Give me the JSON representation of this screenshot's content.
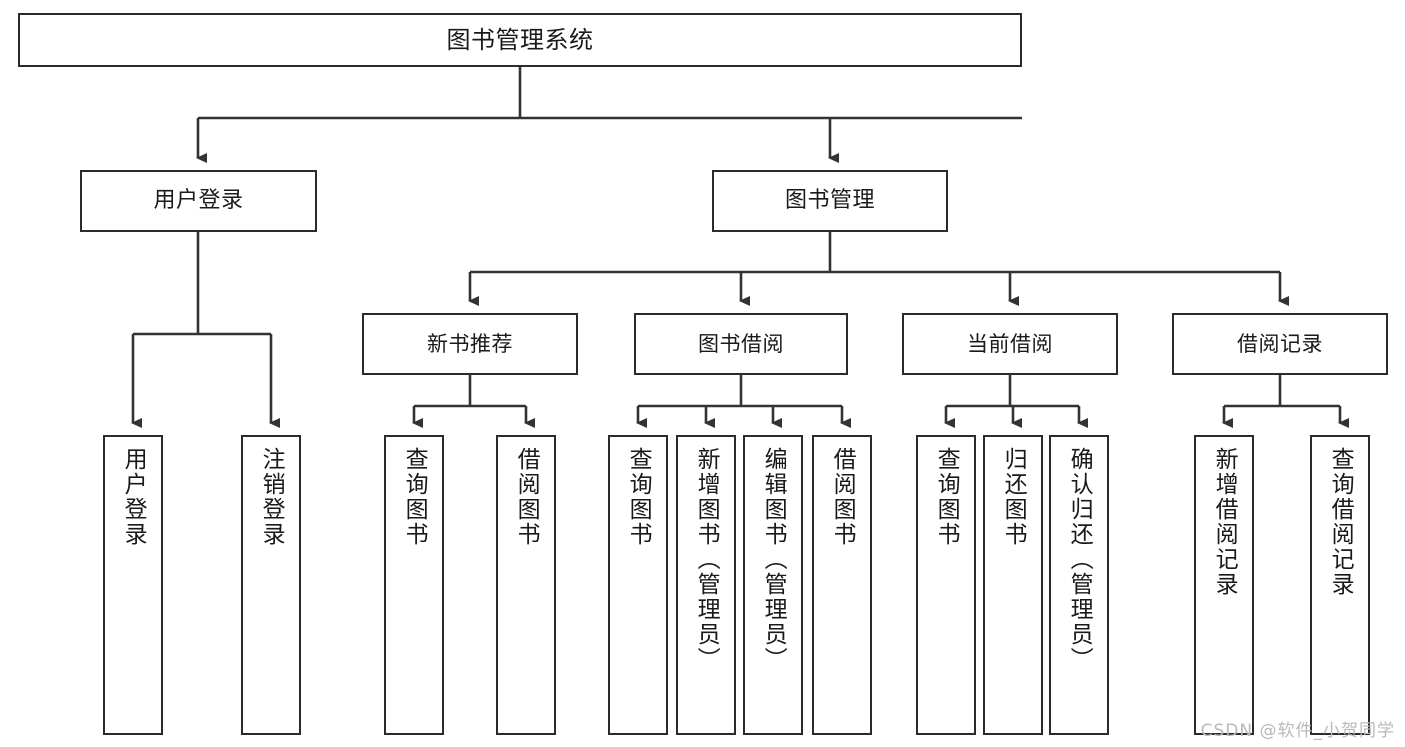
{
  "diagram": {
    "title": "图书管理系统",
    "type": "功能结构图",
    "watermark": "CSDN @软件_小贺同学",
    "colors": {
      "box_border": "#2b2b2b",
      "box_fill": "#ffffff",
      "connector": "#333333",
      "text": "#1a1a1a",
      "watermark": "#b9b9b9"
    },
    "nodes": {
      "root": {
        "label": "图书管理系统"
      },
      "level2": [
        {
          "id": "user-login",
          "label": "用户登录"
        },
        {
          "id": "book-manage",
          "label": "图书管理"
        }
      ],
      "level3": [
        {
          "id": "new-book-recommend",
          "label": "新书推荐"
        },
        {
          "id": "book-borrow",
          "label": "图书借阅"
        },
        {
          "id": "current-borrow",
          "label": "当前借阅"
        },
        {
          "id": "borrow-record",
          "label": "借阅记录"
        }
      ],
      "leaves": {
        "user-login": [
          {
            "id": "leaf-user-login",
            "label": "用户登录"
          },
          {
            "id": "leaf-user-logout",
            "label": "注销登录"
          }
        ],
        "new-book-recommend": [
          {
            "id": "leaf-query-book-1",
            "label": "查询图书"
          },
          {
            "id": "leaf-borrow-book-1",
            "label": "借阅图书"
          }
        ],
        "book-borrow": [
          {
            "id": "leaf-query-book-2",
            "label": "查询图书"
          },
          {
            "id": "leaf-add-book",
            "label": "新增图书（管理员）"
          },
          {
            "id": "leaf-edit-book",
            "label": "编辑图书（管理员）"
          },
          {
            "id": "leaf-borrow-book-2",
            "label": "借阅图书"
          }
        ],
        "current-borrow": [
          {
            "id": "leaf-query-book-3",
            "label": "查询图书"
          },
          {
            "id": "leaf-return-book",
            "label": "归还图书"
          },
          {
            "id": "leaf-confirm-return",
            "label": "确认归还（管理员）"
          }
        ],
        "borrow-record": [
          {
            "id": "leaf-add-record",
            "label": "新增借阅记录"
          },
          {
            "id": "leaf-query-record",
            "label": "查询借阅记录"
          }
        ]
      }
    }
  }
}
